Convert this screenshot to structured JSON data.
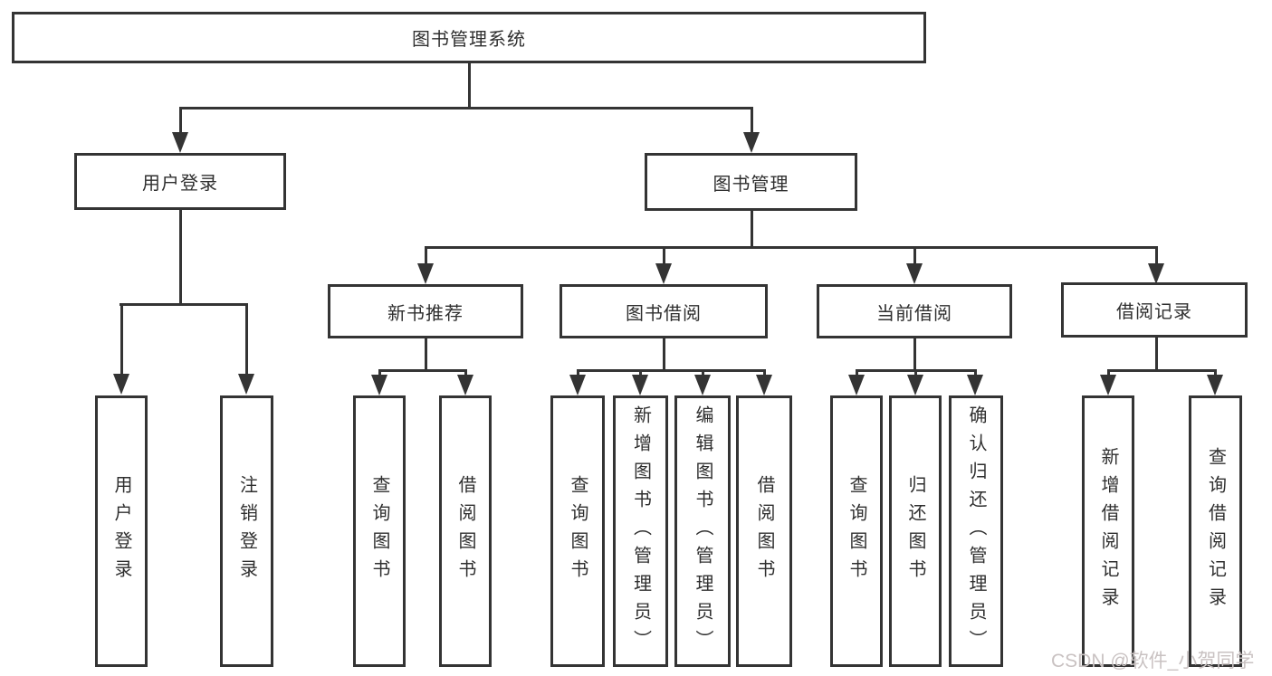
{
  "diagram": {
    "type": "hierarchy-tree",
    "colors": {
      "line": "#343434",
      "box_border": "#343434",
      "text": "#2f2f2f",
      "background": "#ffffff",
      "watermark": "#c9c2c2"
    },
    "nodes": {
      "root": "图书管理系统",
      "user_login": "用户登录",
      "book_mgmt": "图书管理",
      "new_book": "新书推荐",
      "book_borrow": "图书借阅",
      "current_borrow": "当前借阅",
      "borrow_record": "借阅记录",
      "ul_login": "用户登录",
      "ul_logout": "注销登录",
      "nb_query": "查询图书",
      "nb_borrow": "借阅图书",
      "bb_query": "查询图书",
      "bb_add": "新增图书（管理员）",
      "bb_edit": "编辑图书（管理员）",
      "bb_borrow": "借阅图书",
      "cb_query": "查询图书",
      "cb_return": "归还图书",
      "cb_confirm": "确认归还（管理员）",
      "br_add": "新增借阅记录",
      "br_query": "查询借阅记录"
    },
    "hierarchy": {
      "图书管理系统": {
        "用户登录": [
          "用户登录",
          "注销登录"
        ],
        "图书管理": {
          "新书推荐": [
            "查询图书",
            "借阅图书"
          ],
          "图书借阅": [
            "查询图书",
            "新增图书（管理员）",
            "编辑图书（管理员）",
            "借阅图书"
          ],
          "当前借阅": [
            "查询图书",
            "归还图书",
            "确认归还（管理员）"
          ],
          "借阅记录": [
            "新增借阅记录",
            "查询借阅记录"
          ]
        }
      }
    }
  },
  "watermark": {
    "text": "CSDN @软件_小贺同学"
  }
}
